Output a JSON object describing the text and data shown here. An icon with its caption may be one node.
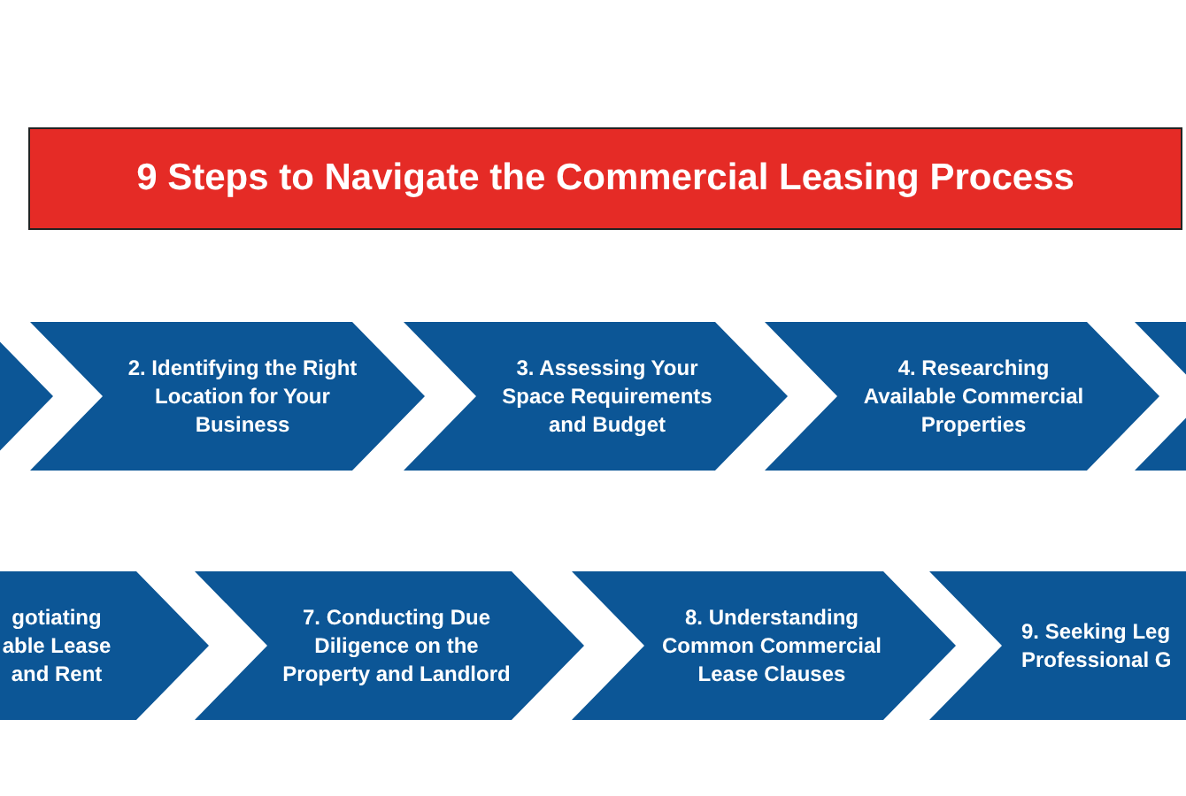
{
  "diagram": {
    "title": "9 Steps to Navigate the Commercial Leasing Process",
    "nodes": [
      {
        "text": [],
        "shape": "chevron"
      },
      {
        "text": [
          "2. Identifying the Right Location for Your Business"
        ]
      },
      {
        "text": [
          "3. Assessing Your Space Requirements and Budget"
        ]
      },
      {
        "text": [
          "4. Researching Available Commercial Properties"
        ]
      },
      {
        "text": [],
        "shape": "chevron"
      },
      {
        "text": [
          "gotiating able Lease and Rent"
        ]
      },
      {
        "text": [
          "7. Conducting Due Diligence on the Property and Landlord"
        ]
      },
      {
        "text": [
          "8. Understanding Common Commercial Lease Clauses"
        ]
      },
      {
        "text": [
          "9. Seeking Leg Professional G"
        ]
      }
    ]
  }
}
